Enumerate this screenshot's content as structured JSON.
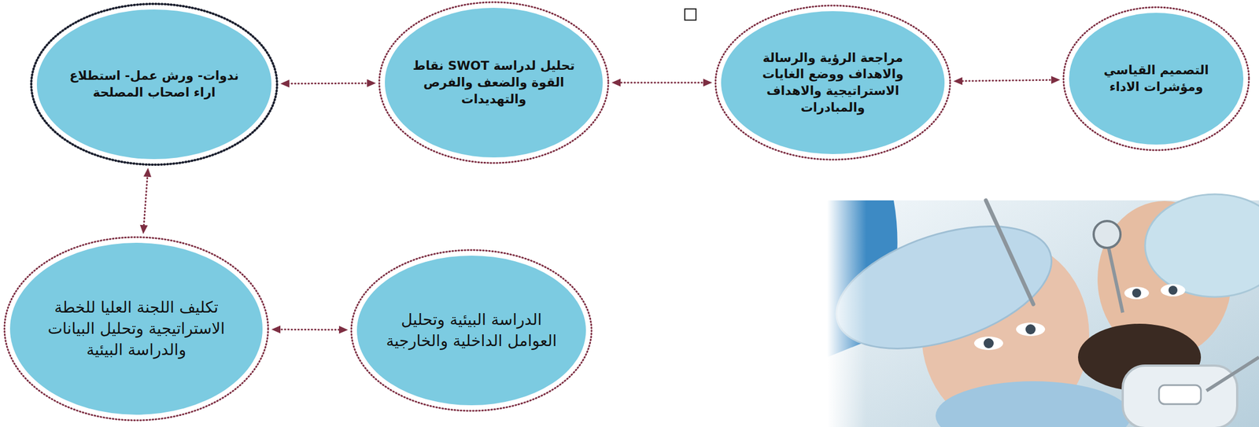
{
  "diagram": {
    "nodes": [
      {
        "text": [
          "التصميم القياسي ومؤشرات الاداء"
        ]
      },
      {
        "text": [
          "مراجعة الرؤية والرسالة والاهداف ووضع الغايات الاستراتيجية والاهداف والمبادرات"
        ]
      },
      {
        "text": [
          "تحليل لدراسة SWOT نقاط القوة والضعف والفرص والتهديدات"
        ]
      },
      {
        "text": [
          "ندوات- ورش عمل- استطلاع اراء اصحاب المصلحة"
        ]
      },
      {
        "text": [
          "الدراسة البيئية وتحليل العوامل الداخلية والخارجية"
        ]
      },
      {
        "text": [
          "تكليف اللجنة العليا للخطة الاستراتيجية وتحليل البيانات والدراسة البيئية"
        ]
      }
    ],
    "edges": [
      {
        "from": 0,
        "to": 1,
        "arrow": "both"
      },
      {
        "from": 1,
        "to": 2,
        "arrow": "both"
      },
      {
        "from": 2,
        "to": 3,
        "arrow": "both"
      },
      {
        "from": 3,
        "to": 5,
        "arrow": "both"
      },
      {
        "from": 5,
        "to": 4,
        "arrow": "both"
      }
    ]
  }
}
